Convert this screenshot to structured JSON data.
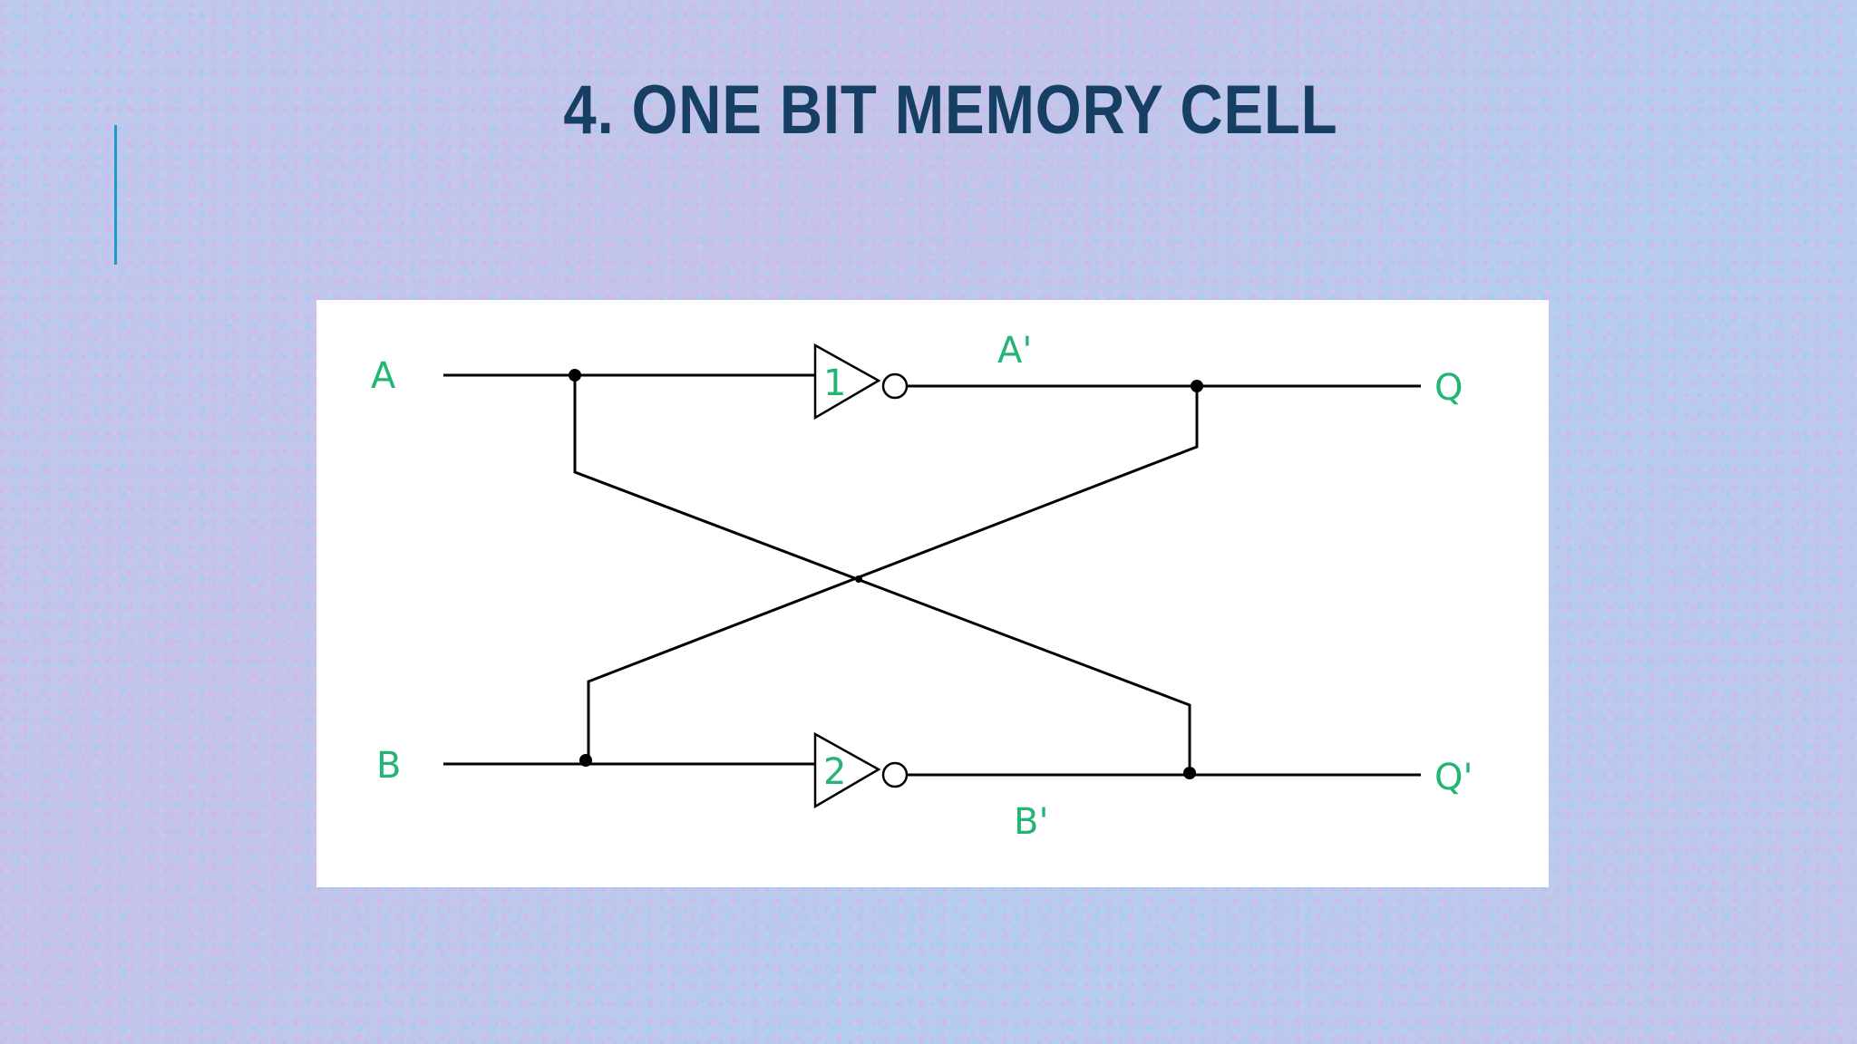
{
  "slide": {
    "title": "4. ONE BIT MEMORY CELL"
  },
  "diagram": {
    "inputs": [
      "A",
      "B"
    ],
    "outputs": [
      "Q",
      "Q'"
    ],
    "intermediate_labels": [
      "A'",
      "B'"
    ],
    "gates": [
      {
        "id": "1",
        "type": "NOT"
      },
      {
        "id": "2",
        "type": "NOT"
      }
    ],
    "colors": {
      "labels": "#22b573",
      "title": "#173f63",
      "accent": "#1a9cc7"
    }
  }
}
